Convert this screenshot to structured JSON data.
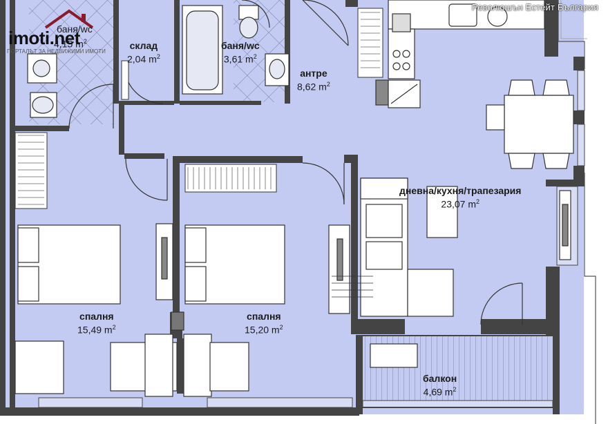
{
  "watermark": "Революшън Естейт България",
  "logo": {
    "text": "imoti.net",
    "tagline": "ПОРТАЛЪТ ЗА НЕДВИЖИМИ ИМОТИ",
    "accent": "#8b1a2b"
  },
  "colors": {
    "floor": "#c3cbf2",
    "wall": "#444444",
    "outer": "#ffffff"
  },
  "rooms": [
    {
      "id": "bath1",
      "name": "баня/wc",
      "area": "4,15 m",
      "unit_sup": "2"
    },
    {
      "id": "storage",
      "name": "склад",
      "area": "2,04 m",
      "unit_sup": "2"
    },
    {
      "id": "bath2",
      "name": "баня/wc",
      "area": "3,61 m",
      "unit_sup": "2"
    },
    {
      "id": "hall",
      "name": "антре",
      "area": "8,62 m",
      "unit_sup": "2"
    },
    {
      "id": "living",
      "name": "дневна/кухня/трапезария",
      "area": "23,07 m",
      "unit_sup": "2"
    },
    {
      "id": "bed1",
      "name": "спалня",
      "area": "15,49 m",
      "unit_sup": "2"
    },
    {
      "id": "bed2",
      "name": "спалня",
      "area": "15,20 m",
      "unit_sup": "2"
    },
    {
      "id": "balcony",
      "name": "балкон",
      "area": "4,69 m",
      "unit_sup": "2"
    }
  ]
}
